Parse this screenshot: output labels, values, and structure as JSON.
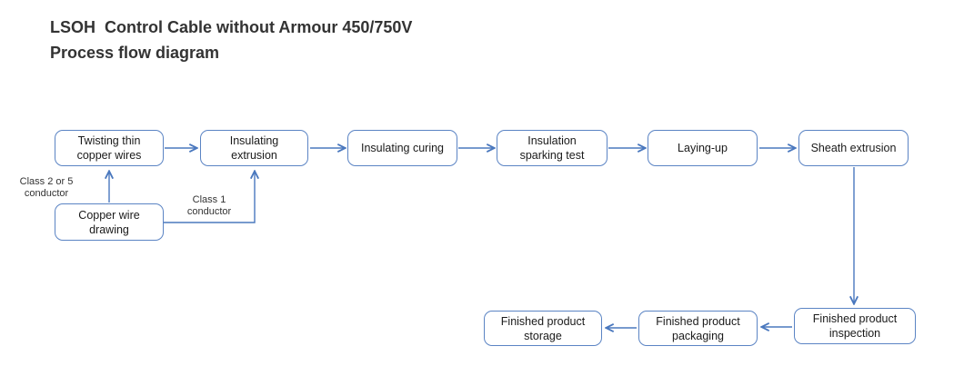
{
  "title": {
    "line1": "LSOH  Control Cable without Armour 450/750V",
    "line2": "Process flow diagram"
  },
  "colors": {
    "box_border": "#5b84c4",
    "arrow": "#4a78be",
    "title_text": "#333333",
    "box_text": "#1a1a1a"
  },
  "nodes": {
    "twisting": "Twisting thin copper wires",
    "insulating_extrusion": "Insulating extrusion",
    "insulating_curing": "Insulating curing",
    "insulation_sparking_test": "Insulation sparking test",
    "laying_up": "Laying-up",
    "sheath_extrusion": "Sheath extrusion",
    "copper_wire_drawing": "Copper wire drawing",
    "finished_inspection": "Finished product inspection",
    "finished_packaging": "Finished product packaging",
    "finished_storage": "Finished product storage"
  },
  "annotations": {
    "class_2_or_5": "Class 2 or 5\nconductor",
    "class_1": "Class 1\nconductor"
  },
  "edges": [
    {
      "from": "Twisting thin copper wires",
      "to": "Insulating extrusion"
    },
    {
      "from": "Insulating extrusion",
      "to": "Insulating curing"
    },
    {
      "from": "Insulating curing",
      "to": "Insulation sparking test"
    },
    {
      "from": "Insulation sparking test",
      "to": "Laying-up"
    },
    {
      "from": "Laying-up",
      "to": "Sheath extrusion"
    },
    {
      "from": "Sheath extrusion",
      "to": "Finished product inspection"
    },
    {
      "from": "Finished product inspection",
      "to": "Finished product packaging"
    },
    {
      "from": "Finished product packaging",
      "to": "Finished product storage"
    },
    {
      "from": "Copper wire drawing",
      "to": "Twisting thin copper wires",
      "label": "Class 2 or 5 conductor"
    },
    {
      "from": "Copper wire drawing",
      "to": "Insulating extrusion",
      "label": "Class 1 conductor"
    }
  ]
}
